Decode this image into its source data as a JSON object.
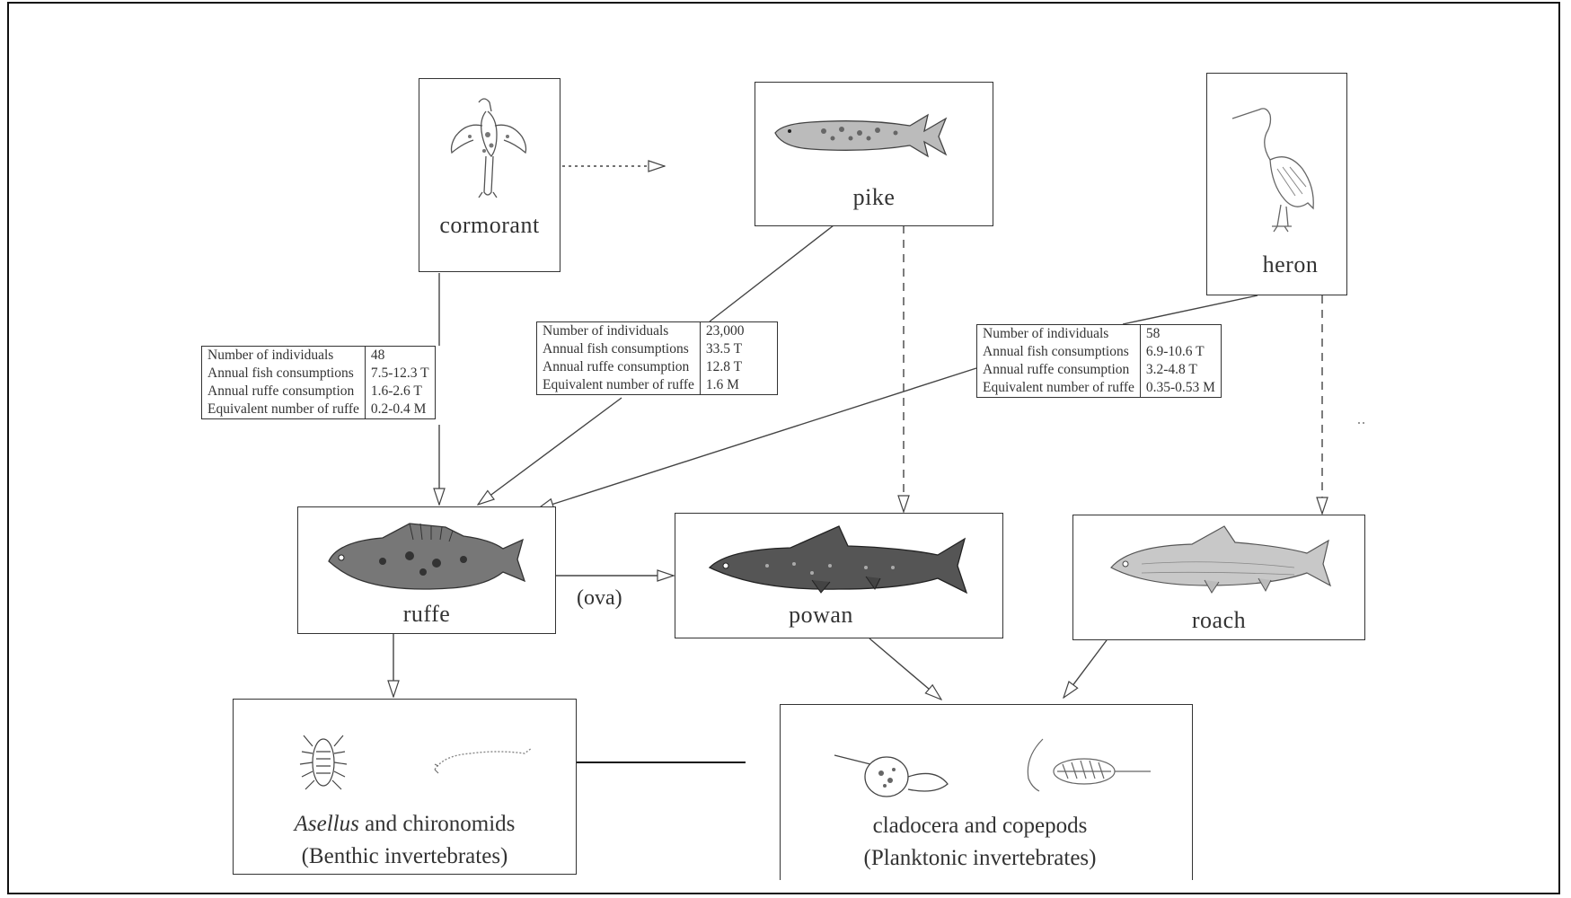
{
  "nodes": {
    "cormorant": "cormorant",
    "pike": "pike",
    "heron": "heron",
    "ruffe": "ruffe",
    "powan": "powan",
    "roach": "roach",
    "benthic_italic": "Asellus",
    "benthic_rest": " and chironomids",
    "benthic_sub": "(Benthic invertebrates)",
    "planktonic_main": "cladocera and copepods",
    "planktonic_sub": "(Planktonic invertebrates)"
  },
  "edge_labels": {
    "ova": "(ova)"
  },
  "stats": {
    "cormorant": [
      {
        "label": "Number of individuals",
        "value": "48"
      },
      {
        "label": "Annual  fish consumptions",
        "value": "7.5-12.3 T"
      },
      {
        "label": "Annual ruffe consumption",
        "value": "1.6-2.6 T"
      },
      {
        "label": "Equivalent number of ruffe",
        "value": "0.2-0.4 M"
      }
    ],
    "pike": [
      {
        "label": "Number of individuals",
        "value": "23,000"
      },
      {
        "label": "Annual  fish consumptions",
        "value": "33.5 T"
      },
      {
        "label": "Annual ruffe consumption",
        "value": "12.8 T"
      },
      {
        "label": "Equivalent number of ruffe",
        "value": "1.6 M"
      }
    ],
    "heron": [
      {
        "label": "Number of individuals",
        "value": "58"
      },
      {
        "label": "Annual  fish consumptions",
        "value": "6.9-10.6 T"
      },
      {
        "label": "Annual ruffe consumption",
        "value": "3.2-4.8 T"
      },
      {
        "label": "Equivalent number of ruffe",
        "value": "0.35-0.53 M"
      }
    ]
  },
  "icons": [
    "cormorant-drawing",
    "pike-drawing",
    "heron-drawing",
    "ruffe-drawing",
    "powan-drawing",
    "roach-drawing",
    "asellus-drawing",
    "chironomid-drawing",
    "cladocera-drawing",
    "copepod-drawing"
  ]
}
